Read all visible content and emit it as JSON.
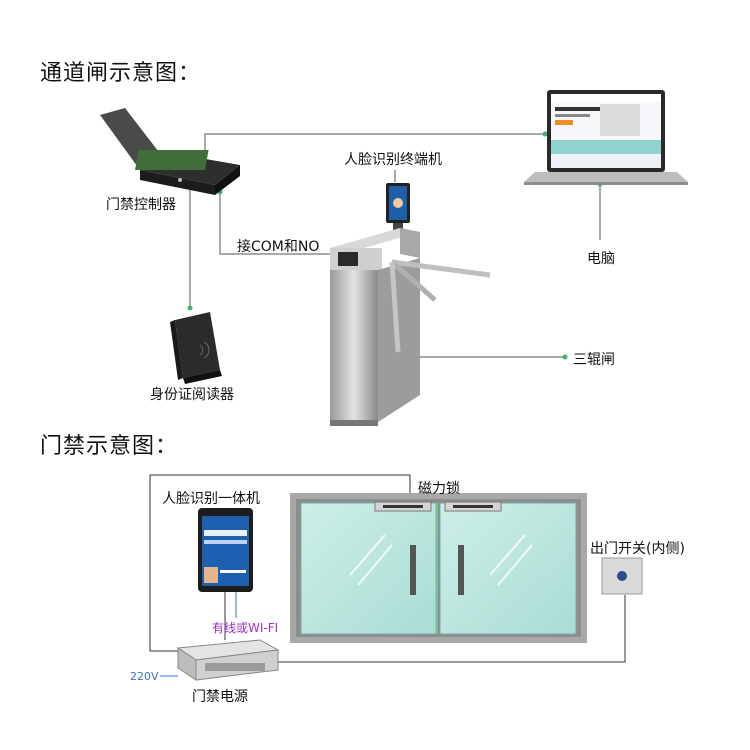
{
  "section1": {
    "title": "通道闸示意图：",
    "labels": {
      "controller": "门禁控制器",
      "face_terminal": "人脸识别终端机",
      "com_no": "接COM和NO",
      "computer": "电脑",
      "id_reader": "身份证阅读器",
      "turnstile": "三辊闸"
    }
  },
  "section2": {
    "title": "门禁示意图：",
    "labels": {
      "face_unit": "人脸识别一体机",
      "maglock": "磁力锁",
      "exit_button": "出门开关(内侧)",
      "wired_wifi": "有线或WI-FI",
      "v220": "220V",
      "power_supply": "门禁电源"
    }
  },
  "colors": {
    "wire": "#555555",
    "node": "#3cb371",
    "wifi_text": "#9b30c8",
    "v220_text": "#3a6fd0",
    "glass": "#bfe7e0"
  }
}
